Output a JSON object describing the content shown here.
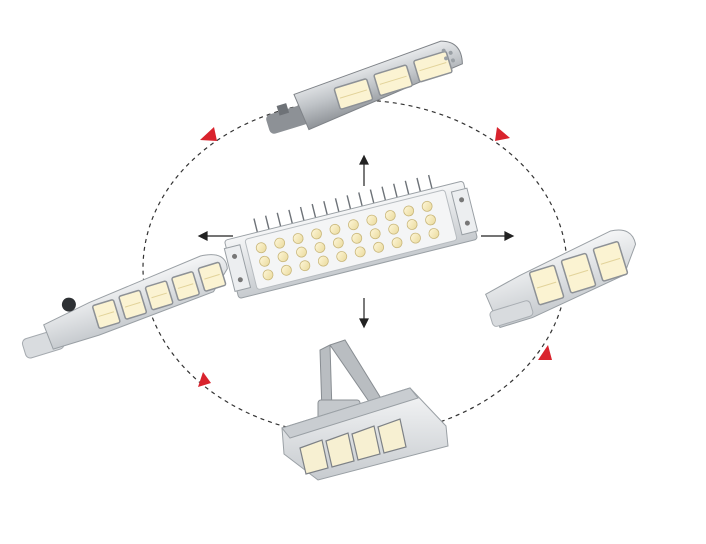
{
  "scene": {
    "background": "#ffffff",
    "cycle_arrow_color": "#d9232d",
    "dash_color": "#333333",
    "pointer_color": "#222222",
    "center_module": {
      "name": "led-module",
      "led_count": 30,
      "led_color": "#f4e7b0",
      "housing_color": "#e6e8eb",
      "heatsink_color": "#6d7278"
    },
    "luminaires": [
      {
        "name": "street-light-top",
        "modules": 3,
        "body_color": "#9ea3a8"
      },
      {
        "name": "street-light-right",
        "modules": 3,
        "body_color": "#c9cdd1"
      },
      {
        "name": "flood-light-bottom",
        "modules": 4,
        "body_color": "#d5d8dc"
      },
      {
        "name": "street-light-left",
        "modules": 5,
        "body_color": "#cfd3d7"
      }
    ]
  }
}
